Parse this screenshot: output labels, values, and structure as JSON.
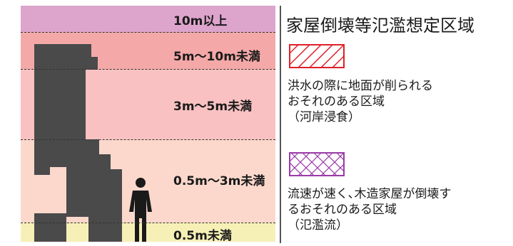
{
  "depth_bands": [
    {
      "label": "10m以上",
      "color": "#dda4cc"
    },
    {
      "label": "5m〜10m未満",
      "color": "#f5a8a8"
    },
    {
      "label": "3m〜5m未満",
      "color": "#f9c1c1"
    },
    {
      "label": "0.5m〜3m未満",
      "color": "#fcd8cc"
    },
    {
      "label": "0.5m未満",
      "color": "#f7f0b6"
    }
  ],
  "legend": {
    "title": "家屋倒壊等氾濫想定区域",
    "erosion": {
      "line1": "洪水の際に地面が削られる",
      "line2": "おそれのある区域",
      "line3": "（河岸浸食）",
      "color": "#e0202a"
    },
    "flood_flow": {
      "line1": "流速が速く､木造家屋が倒壊す",
      "line2": "るおそれのある区域",
      "line3": "（氾濫流）",
      "color": "#9a3aa8"
    }
  },
  "building_color": "#4a4a4a",
  "person_color": "#1a1a1a"
}
